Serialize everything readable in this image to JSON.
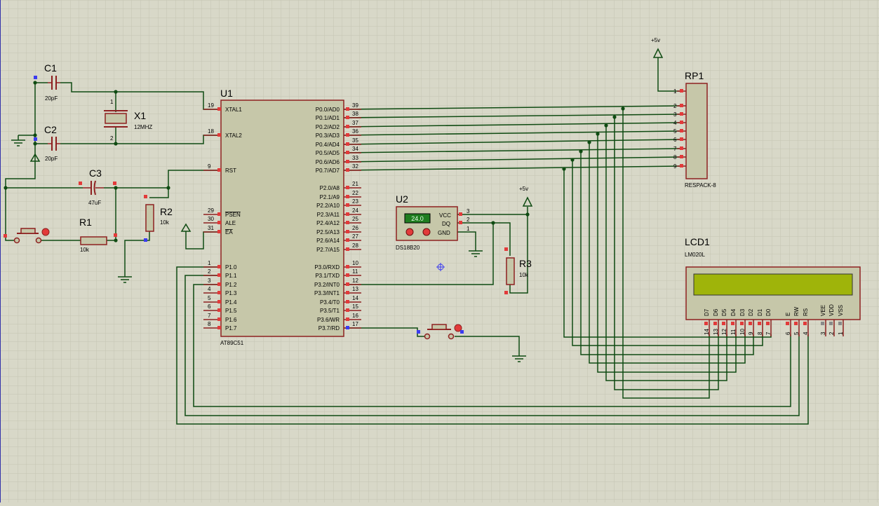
{
  "colors": {
    "background": "#d8d8c8",
    "grid": "#c4c4b2",
    "wire": "#0f4b12",
    "body_fill": "#c6c7a9",
    "body_stroke": "#8e2020",
    "pin_red": "#e23a3a",
    "pin_blue": "#3b3bf0",
    "lcd_screen": "#9fb40a",
    "temp_display": "#1f7d1f"
  },
  "labels": {
    "c1": "C1",
    "c1_val": "20pF",
    "c2": "C2",
    "c2_val": "20pF",
    "c3": "C3",
    "c3_val": "47uF",
    "x1": "X1",
    "x1_val": "12MHZ",
    "r1": "R1",
    "r1_val": "10k",
    "r2": "R2",
    "r2_val": "10k",
    "r3": "R3",
    "r3_val": "10k",
    "u1": "U1",
    "u1_part": "AT89C51",
    "u2": "U2",
    "u2_part": "DS18B20",
    "u2_temp": "24.0",
    "u2_vcc": "VCC",
    "u2_dq": "DQ",
    "u2_gnd": "GND",
    "rp1": "RP1",
    "rp1_part": "RESPACK-8",
    "lcd1": "LCD1",
    "lcd1_part": "LM020L",
    "power_rp1": "+5v",
    "power_u2": "+5v"
  },
  "u1_left_pins": [
    {
      "num": "19",
      "name": "XTAL1"
    },
    {
      "num": "18",
      "name": "XTAL2"
    },
    {
      "num": "9",
      "name": "RST"
    },
    {
      "num": "29",
      "name": "PSEN"
    },
    {
      "num": "30",
      "name": "ALE"
    },
    {
      "num": "31",
      "name": "EA"
    },
    {
      "num": "1",
      "name": "P1.0"
    },
    {
      "num": "2",
      "name": "P1.1"
    },
    {
      "num": "3",
      "name": "P1.2"
    },
    {
      "num": "4",
      "name": "P1.3"
    },
    {
      "num": "5",
      "name": "P1.4"
    },
    {
      "num": "6",
      "name": "P1.5"
    },
    {
      "num": "7",
      "name": "P1.6"
    },
    {
      "num": "8",
      "name": "P1.7"
    }
  ],
  "u1_right_pins": [
    {
      "num": "39",
      "name": "P0.0/AD0"
    },
    {
      "num": "38",
      "name": "P0.1/AD1"
    },
    {
      "num": "37",
      "name": "P0.2/AD2"
    },
    {
      "num": "36",
      "name": "P0.3/AD3"
    },
    {
      "num": "35",
      "name": "P0.4/AD4"
    },
    {
      "num": "34",
      "name": "P0.5/AD5"
    },
    {
      "num": "33",
      "name": "P0.6/AD6"
    },
    {
      "num": "32",
      "name": "P0.7/AD7"
    },
    {
      "num": "21",
      "name": "P2.0/A8"
    },
    {
      "num": "22",
      "name": "P2.1/A9"
    },
    {
      "num": "23",
      "name": "P2.2/A10"
    },
    {
      "num": "24",
      "name": "P2.3/A11"
    },
    {
      "num": "25",
      "name": "P2.4/A12"
    },
    {
      "num": "26",
      "name": "P2.5/A13"
    },
    {
      "num": "27",
      "name": "P2.6/A14"
    },
    {
      "num": "28",
      "name": "P2.7/A15"
    },
    {
      "num": "10",
      "name": "P3.0/RXD"
    },
    {
      "num": "11",
      "name": "P3.1/TXD"
    },
    {
      "num": "12",
      "name": "P3.2/INT0"
    },
    {
      "num": "13",
      "name": "P3.3/INT1"
    },
    {
      "num": "14",
      "name": "P3.4/T0"
    },
    {
      "num": "15",
      "name": "P3.5/T1"
    },
    {
      "num": "16",
      "name": "P3.6/WR"
    },
    {
      "num": "17",
      "name": "P3.7/RD"
    }
  ],
  "rp1_pins": [
    "1",
    "2",
    "3",
    "4",
    "5",
    "6",
    "7",
    "8",
    "9"
  ],
  "lcd_pins": [
    {
      "name": "D7",
      "num": "14"
    },
    {
      "name": "D6",
      "num": "13"
    },
    {
      "name": "D5",
      "num": "12"
    },
    {
      "name": "D4",
      "num": "11"
    },
    {
      "name": "D3",
      "num": "10"
    },
    {
      "name": "D2",
      "num": "9"
    },
    {
      "name": "D1",
      "num": "8"
    },
    {
      "name": "D0",
      "num": "7"
    },
    {
      "name": "E",
      "num": "6"
    },
    {
      "name": "RW",
      "num": "5"
    },
    {
      "name": "RS",
      "num": "4"
    },
    {
      "name": "VEE",
      "num": "3"
    },
    {
      "name": "VDD",
      "num": "2"
    },
    {
      "name": "VSS",
      "num": "1"
    }
  ],
  "u2_pin_nums": [
    "3",
    "2",
    "1"
  ],
  "x1_pin_nums": [
    "1",
    "2"
  ]
}
